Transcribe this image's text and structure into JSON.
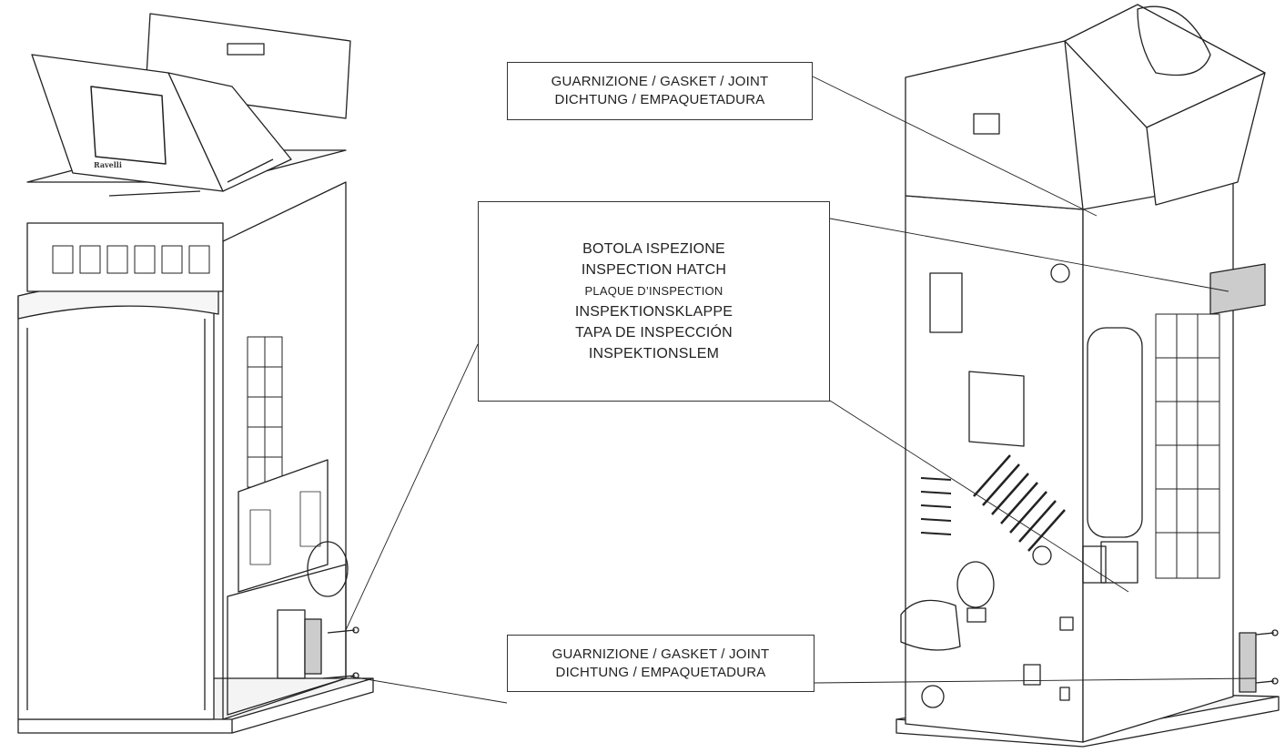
{
  "diagram": {
    "brand_label": "Ravelli",
    "callouts": {
      "gasket_top": {
        "line1": "GUARNIZIONE / GASKET / JOINT",
        "line2": "DICHTUNG / EMPAQUETADURA"
      },
      "inspection_hatch": {
        "line1": "BOTOLA ISPEZIONE",
        "line2": "INSPECTION HATCH",
        "line3": "PLAQUE D’INSPECTION",
        "line4": "INSPEKTIONSKLAPPE",
        "line5": "TAPA DE INSPECCIÓN",
        "line6": "INSPEKTIONSLEM"
      },
      "gasket_bottom": {
        "line1": "GUARNIZIONE / GASKET / JOINT",
        "line2": "DICHTUNG / EMPAQUETADURA"
      }
    }
  }
}
